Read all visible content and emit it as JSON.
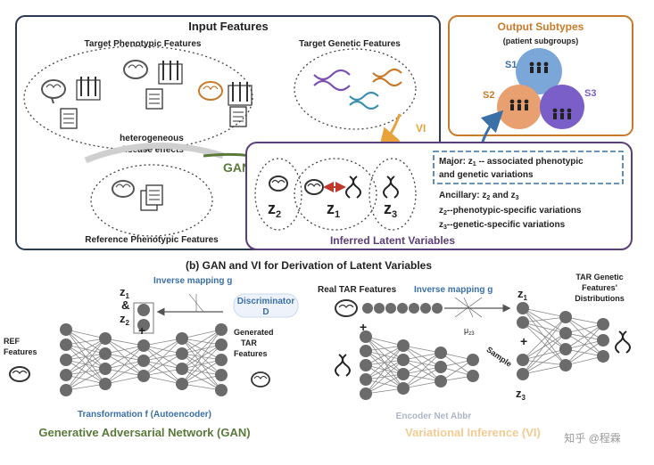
{
  "top": {
    "input_features": {
      "title": "Input Features",
      "target_pheno": "Target Phenotypic Features",
      "target_gen": "Target Genetic Features",
      "heterogeneous_1": "heterogeneous",
      "heterogeneous_2": "disease effects",
      "reference_pheno": "Reference Phenotypic Features"
    },
    "gan_label": "GAN",
    "vi_label": "VI",
    "output": {
      "title": "Output Subtypes",
      "subtitle": "(patient subgroups)",
      "s1": "S1",
      "s2": "S2",
      "s3": "S3"
    },
    "latent": {
      "title": "Inferred Latent Variables",
      "z2": "z",
      "z2_sub": "2",
      "z1": "z",
      "z1_sub": "1",
      "z3": "z",
      "z3_sub": "3",
      "major_line1_a": "Major: ",
      "major_line1_z": "z",
      "major_line1_sub": "1",
      "major_line1_b": " -- associated phenotypic",
      "major_line2": "and genetic variations",
      "ancillary_a": "Ancillary: ",
      "ancillary_z2": "z",
      "ancillary_z2_sub": "2",
      "ancillary_and": " and ",
      "ancillary_z3": "z",
      "ancillary_z3_sub": "3",
      "z2_desc_z": "z",
      "z2_desc_sub": "2",
      "z2_desc": "--phenotypic-specific variations",
      "z3_desc_z": "z",
      "z3_desc_sub": "3",
      "z3_desc": "--genetic-specific variations"
    }
  },
  "bottom": {
    "section_title": "(b) GAN and VI for Derivation of Latent Variables",
    "gan": {
      "z1": "z",
      "z1_sub": "1",
      "amp": "&",
      "z2": "z",
      "z2_sub": "2",
      "plus": "+",
      "inverse_mapping": "Inverse mapping g",
      "discriminator_1": "Discriminator",
      "discriminator_2": "D",
      "ref_features_1": "REF",
      "ref_features_2": "Features",
      "generated_1": "Generated",
      "generated_2": "TAR",
      "generated_3": "Features",
      "transformation": "Transformation f (Autoencoder)",
      "network_name": "Generative Adversarial Network (GAN)"
    },
    "vi": {
      "real_tar": "Real TAR Features",
      "inverse_mapping": "Inverse mapping g",
      "z1": "z",
      "z1_sub": "1",
      "plus_left": "+",
      "plus_right": "+",
      "mu": "μ",
      "mu_sub": "z3",
      "sample": "Sample",
      "z3": "z",
      "z3_sub": "3",
      "tar_genetic_1": "TAR Genetic",
      "tar_genetic_2": "Features'",
      "tar_genetic_3": "Distributions",
      "encoder_label": "Encoder Net Abbr",
      "network_name": "Variational Inference (VI)"
    },
    "watermark": "知乎 @程霖"
  },
  "colors": {
    "dark_blue": "#2b3a55",
    "orange_border": "#c77a2a",
    "purple_border": "#5a3e7a",
    "gan_green": "#5a7a3a",
    "arrow_blue": "#3b6fa8",
    "vi_orange": "#e8a23a",
    "node_gray": "#6b6b6b",
    "s1": "#7aa7d8",
    "s2": "#e8a070",
    "s3": "#7a5fc8"
  }
}
